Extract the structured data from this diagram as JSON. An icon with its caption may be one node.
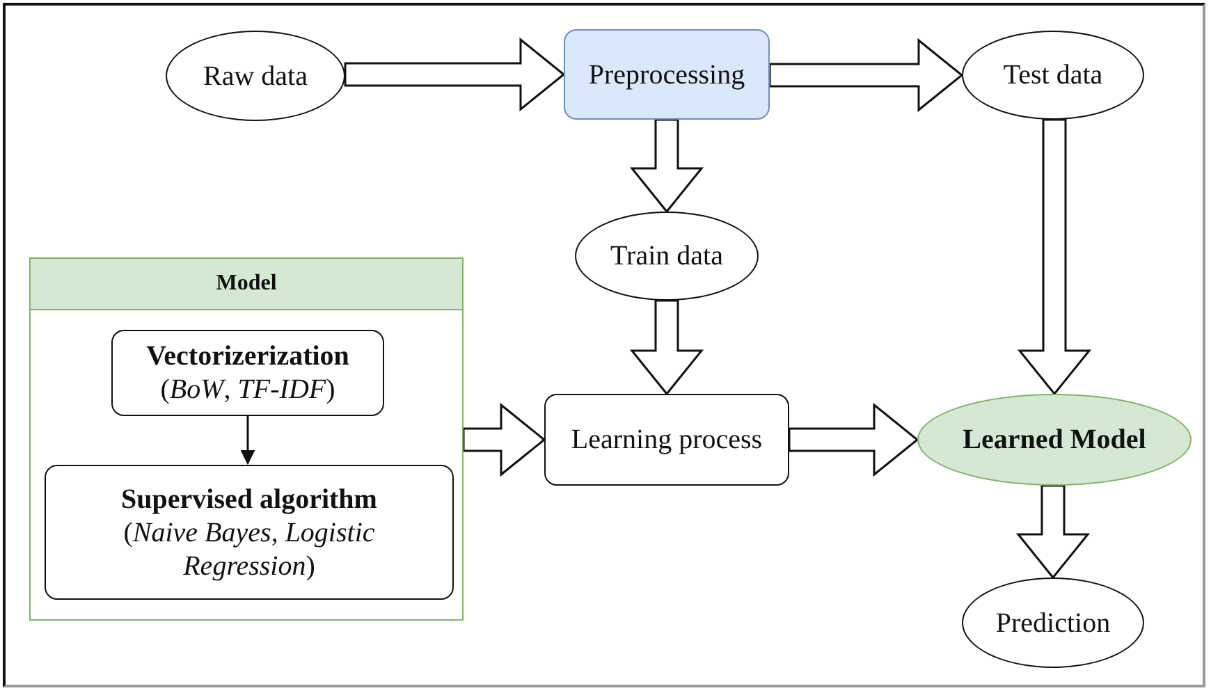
{
  "diagram": {
    "nodes": [
      {
        "text": [
          "Raw data"
        ]
      },
      {
        "text": [
          "Preprocessing"
        ]
      },
      {
        "text": [
          "Test data"
        ]
      },
      {
        "text": [
          "Train data"
        ]
      },
      {
        "text": [
          "Model"
        ]
      },
      {
        "text": [
          "Vectorizerization",
          "(*BoW*, *TF-IDF*)"
        ],
        "in": 4
      },
      {
        "text": [
          "Supervised algorithm",
          "(*Naive Bayes*, *Logistic Regression*)"
        ],
        "in": 4
      },
      {
        "text": [
          "Learning process"
        ]
      },
      {
        "text": [
          "Learned Model"
        ]
      },
      {
        "text": [
          "Prediction"
        ]
      }
    ],
    "edges": [
      {
        "from": 0,
        "to": 1,
        "arrow": "to",
        "style": "thick"
      },
      {
        "from": 1,
        "to": 2,
        "arrow": "to",
        "style": "thick"
      },
      {
        "from": 1,
        "to": 3,
        "arrow": "to",
        "style": "thick"
      },
      {
        "from": 2,
        "to": 8,
        "arrow": "to",
        "style": "thick"
      },
      {
        "from": 3,
        "to": 7,
        "arrow": "to",
        "style": "thick"
      },
      {
        "from": 5,
        "to": 6,
        "arrow": "to"
      },
      {
        "from": 4,
        "to": 7,
        "arrow": "to",
        "style": "thick"
      },
      {
        "from": 7,
        "to": 8,
        "arrow": "to",
        "style": "thick"
      },
      {
        "from": 8,
        "to": 9,
        "arrow": "to",
        "style": "thick"
      }
    ]
  }
}
